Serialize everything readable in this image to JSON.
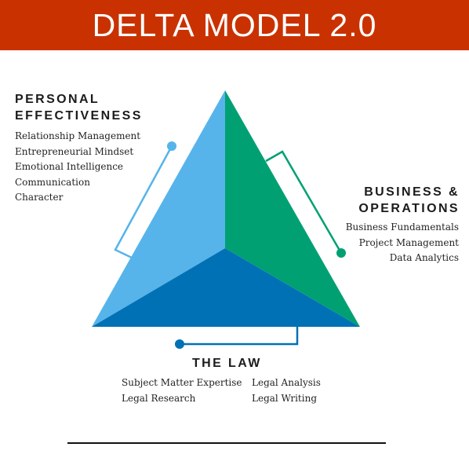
{
  "title": "DELTA MODEL 2.0",
  "colors": {
    "title_bar": "#c93200",
    "personal_light_blue": "#56b4ea",
    "business_green": "#00a073",
    "law_dark_blue": "#0071b5"
  },
  "personal": {
    "heading_line1": "PERSONAL",
    "heading_line2": "EFFECTIVENESS",
    "items": [
      "Relationship Management",
      "Entrepreneurial Mindset",
      "Emotional Intelligence",
      "Communication",
      "Character"
    ]
  },
  "business": {
    "heading_line1": "BUSINESS &",
    "heading_line2": "OPERATIONS",
    "items": [
      "Business Fundamentals",
      "Project Management",
      "Data Analytics"
    ]
  },
  "law": {
    "heading": "THE LAW",
    "col1": [
      "Subject Matter Expertise",
      "Legal Research"
    ],
    "col2": [
      "Legal Analysis",
      "Legal Writing"
    ]
  }
}
